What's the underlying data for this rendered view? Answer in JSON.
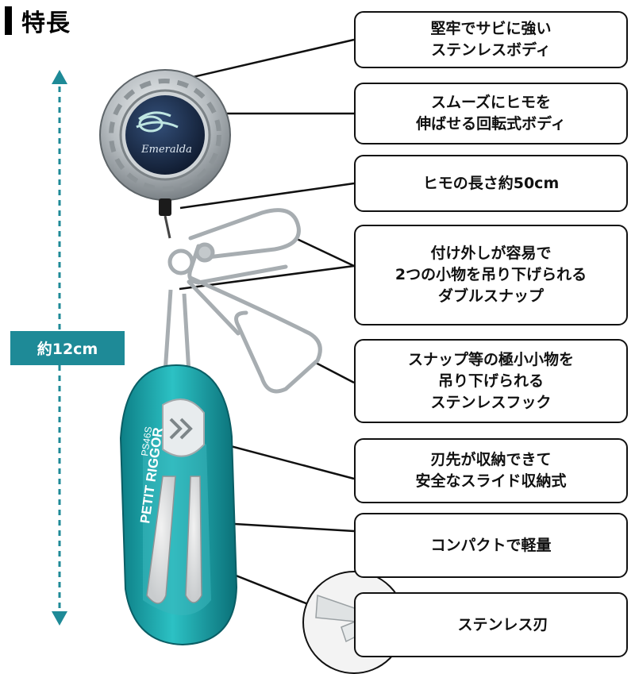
{
  "title": "特長",
  "length_label": "約12cm",
  "product": {
    "brand_logo_text": "Emeralda",
    "model": "PETIT RIGGOR",
    "code": "PS46S"
  },
  "callouts": [
    {
      "lines": [
        "堅牢でサビに強い",
        "ステンレスボディ"
      ]
    },
    {
      "lines": [
        "スムーズにヒモを",
        "伸ばせる回転式ボディ"
      ]
    },
    {
      "lines": [
        "ヒモの長さ約50cm"
      ]
    },
    {
      "lines": [
        "付け外しが容易で",
        "2つの小物を吊り下げられる",
        "ダブルスナップ"
      ]
    },
    {
      "lines": [
        "スナップ等の極小小物を",
        "吊り下げられる",
        "ステンレスフック"
      ]
    },
    {
      "lines": [
        "刃先が収納できて",
        "安全なスライド収納式"
      ]
    },
    {
      "lines": [
        "コンパクトで軽量"
      ]
    },
    {
      "lines": [
        "ステンレス刃"
      ]
    }
  ],
  "colors": {
    "teal": "#1e8a97",
    "body_teal": "#12a3a8",
    "metal": "#b9bfc3",
    "emblem_navy": "#1d2d4a"
  }
}
